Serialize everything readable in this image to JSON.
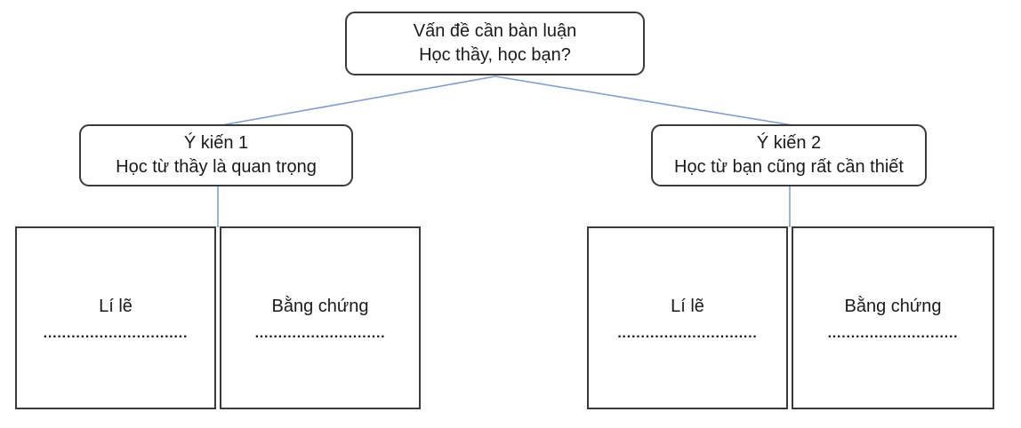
{
  "diagram": {
    "root_node": {
      "line1": "Vấn đề cần bàn luận",
      "line2": "Học thầy, học bạn?"
    },
    "opinion_nodes": [
      {
        "line1": "Ý kiến 1",
        "line2": "Học từ thầy là quan trọng"
      },
      {
        "line1": "Ý kiến 2",
        "line2": "Học từ bạn cũng rất cần thiết"
      }
    ],
    "detail_nodes": [
      {
        "label": "Lí lẽ",
        "dots": "..............................."
      },
      {
        "label": "Bằng chứng",
        "dots": "............................"
      },
      {
        "label": "Lí lẽ",
        "dots": ".............................."
      },
      {
        "label": "Bằng chứng",
        "dots": "............................"
      }
    ],
    "colors": {
      "connector": "#7da0d6",
      "border": "#3a3a3a",
      "text": "#1a1a1a",
      "background": "#ffffff"
    }
  }
}
